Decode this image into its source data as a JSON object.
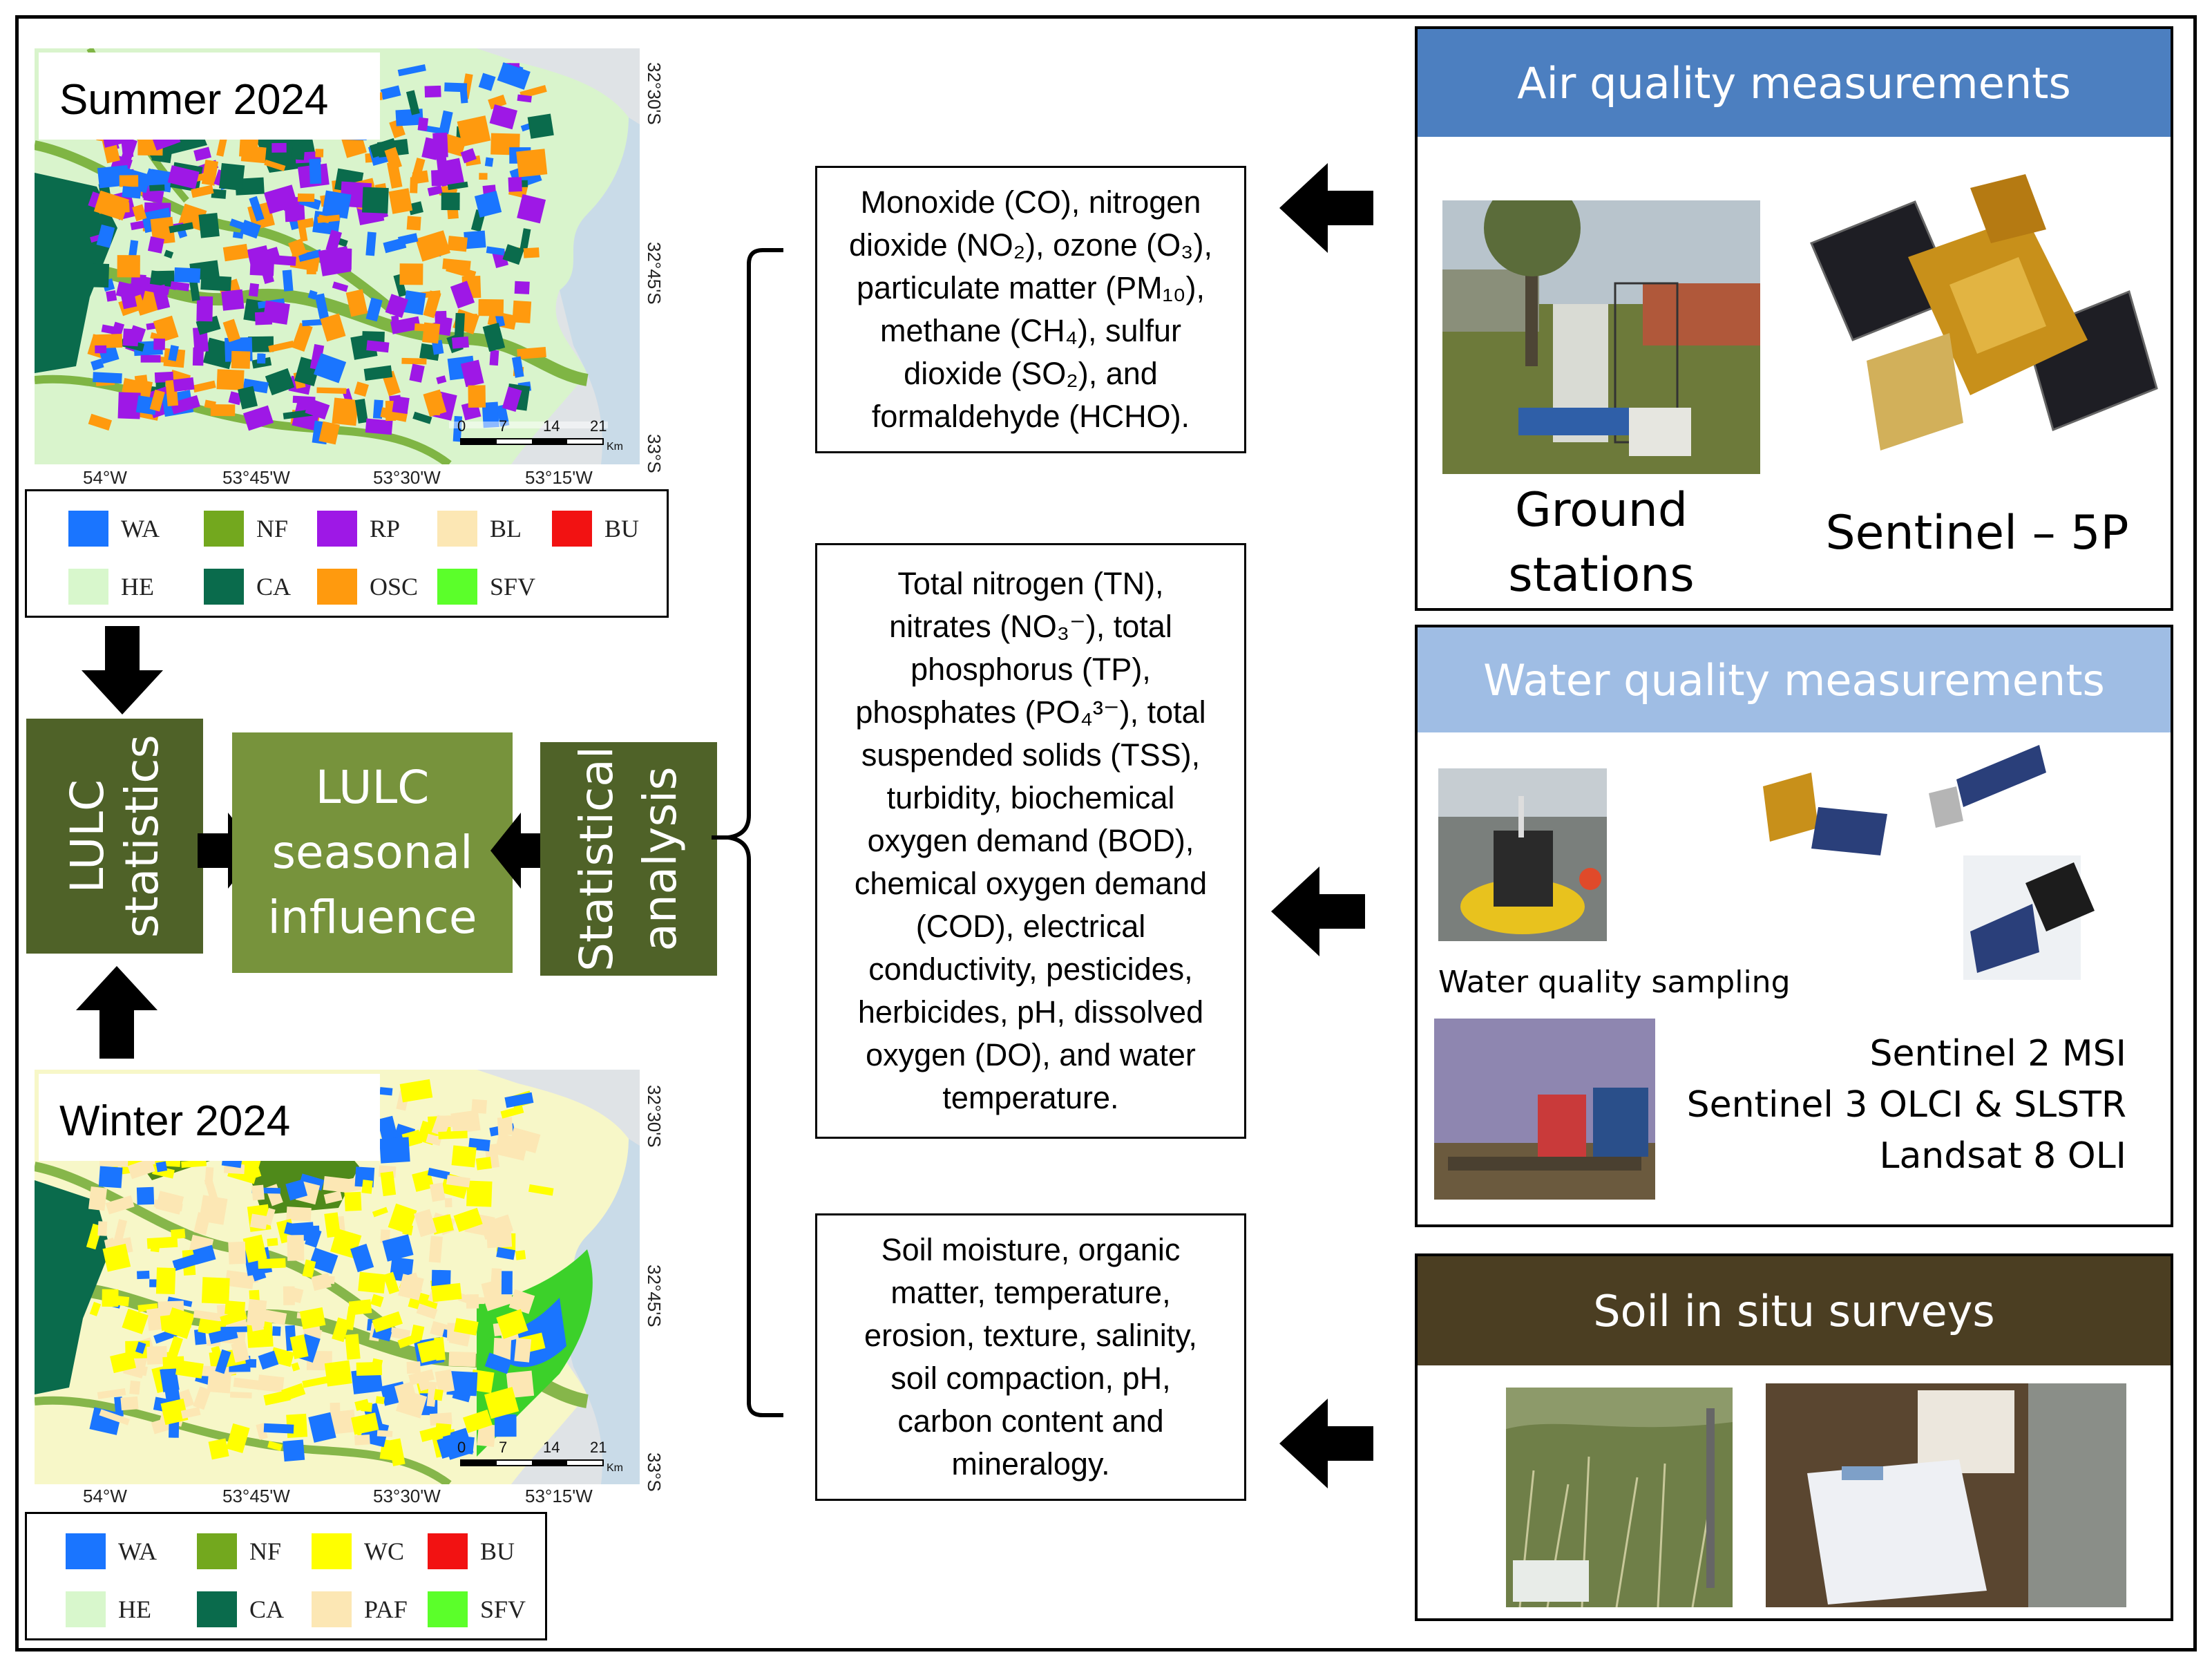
{
  "maps": {
    "summer": {
      "label": "Summer 2024",
      "lon_ticks": [
        "54°W",
        "53°45'W",
        "53°30'W",
        "53°15'W"
      ],
      "lat_ticks": [
        "32°30'S",
        "32°45'S",
        "33°S"
      ],
      "scale": [
        "0",
        "7",
        "14",
        "21"
      ],
      "scale_unit": "Km"
    },
    "winter": {
      "label": "Winter 2024",
      "lon_ticks": [
        "54°W",
        "53°45'W",
        "53°30'W",
        "53°15'W"
      ],
      "lat_ticks": [
        "32°30'S",
        "32°45'S",
        "33°S"
      ],
      "scale": [
        "0",
        "7",
        "14",
        "21"
      ],
      "scale_unit": "Km"
    }
  },
  "legends": {
    "summer": [
      {
        "code": "WA",
        "color": "#1a75ff"
      },
      {
        "code": "NF",
        "color": "#73a81e"
      },
      {
        "code": "RP",
        "color": "#9e18e6"
      },
      {
        "code": "BL",
        "color": "#fce7b4"
      },
      {
        "code": "BU",
        "color": "#f21212"
      },
      {
        "code": "HE",
        "color": "#d8f7cc"
      },
      {
        "code": "CA",
        "color": "#0a6b4c"
      },
      {
        "code": "OSC",
        "color": "#ff9a0e"
      },
      {
        "code": "SFV",
        "color": "#5bff2a"
      }
    ],
    "winter": [
      {
        "code": "WA",
        "color": "#1a75ff"
      },
      {
        "code": "NF",
        "color": "#73a81e"
      },
      {
        "code": "WC",
        "color": "#ffff00"
      },
      {
        "code": "BU",
        "color": "#f21212"
      },
      {
        "code": "HE",
        "color": "#d8f7cc"
      },
      {
        "code": "CA",
        "color": "#0a6b4c"
      },
      {
        "code": "PAF",
        "color": "#fce7b4"
      },
      {
        "code": "SFV",
        "color": "#5bff2a"
      }
    ]
  },
  "center": {
    "lulc_statistics": "LULC statistics",
    "lulc_seasonal_line1": "LULC",
    "lulc_seasonal_line2": "seasonal",
    "lulc_seasonal_line3": "influence",
    "statistical_analysis_line1": "Statistical",
    "statistical_analysis_line2": "analysis"
  },
  "parameters": {
    "air": [
      "Monoxide (CO), nitrogen",
      "dioxide (NO₂), ozone (O₃),",
      "particulate matter (PM₁₀),",
      "methane (CH₄), sulfur",
      "dioxide (SO₂), and",
      "formaldehyde (HCHO)."
    ],
    "water": [
      "Total nitrogen (TN),",
      "nitrates (NO₃⁻), total",
      "phosphorus (TP),",
      "phosphates (PO₄³⁻), total",
      "suspended solids (TSS),",
      "turbidity, biochemical",
      "oxygen demand (BOD),",
      "chemical oxygen demand",
      "(COD), electrical",
      "conductivity, pesticides,",
      "herbicides, pH, dissolved",
      "oxygen (DO), and water",
      "temperature."
    ],
    "soil": [
      "Soil moisture, organic",
      "matter, temperature,",
      "erosion, texture, salinity,",
      "soil compaction, pH,",
      "carbon content and",
      "mineralogy."
    ]
  },
  "panels": {
    "air": {
      "title": "Air quality measurements",
      "header_color": "#4c7fc0",
      "ground_line1": "Ground",
      "ground_line2": "stations",
      "satellite": "Sentinel – 5P"
    },
    "water": {
      "title": "Water quality measurements",
      "header_color": "#9fbde4",
      "sampling": "Water quality sampling",
      "sensors": [
        "Sentinel 2 MSI",
        "Sentinel 3 OLCI & SLSTR",
        "Landsat 8 OLI"
      ]
    },
    "soil": {
      "title": "Soil in situ surveys",
      "header_color": "#4b3e22"
    }
  },
  "colors": {
    "dark_green": "#4f6228",
    "light_green": "#77933c"
  }
}
